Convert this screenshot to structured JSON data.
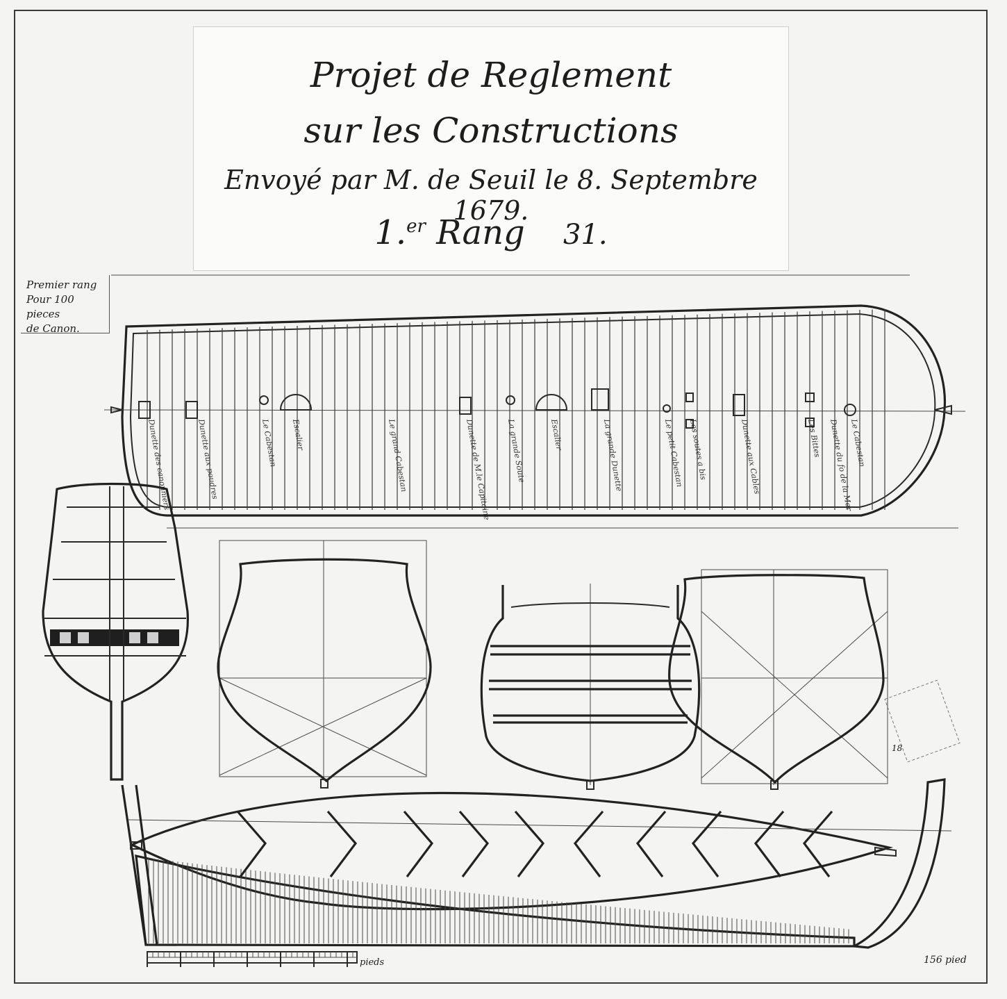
{
  "cartouche": {
    "line1": "Projet de Reglement",
    "line2": "sur les Constructions",
    "line3": "Envoyé par M. de Seuil le 8. Septembre 1679.",
    "rank": "1.",
    "rank_sup": "er",
    "rank_word": "Rang",
    "sheet_number": "31."
  },
  "side_note": {
    "line1": "Premier rang",
    "line2": "Pour 100 pieces",
    "line3": "de Canon."
  },
  "scale": {
    "label": "pieds"
  },
  "length": {
    "label": "156 pied"
  },
  "margin_mark": "18",
  "deck_labels": [
    "Dunette des canonniers",
    "Dunette aux poudres",
    "Le Cabestan",
    "Escalier",
    "Le grand Cabestan",
    "Dunette de M.le Capitaine",
    "La grande Soute",
    "Escalier",
    "La grande Dunette",
    "Le petit Cabestan",
    "Les soutes a bis",
    "Dunette aux Cables",
    "Les Bittes",
    "Dunette du fo de la Mer",
    "Le Cabestan"
  ]
}
